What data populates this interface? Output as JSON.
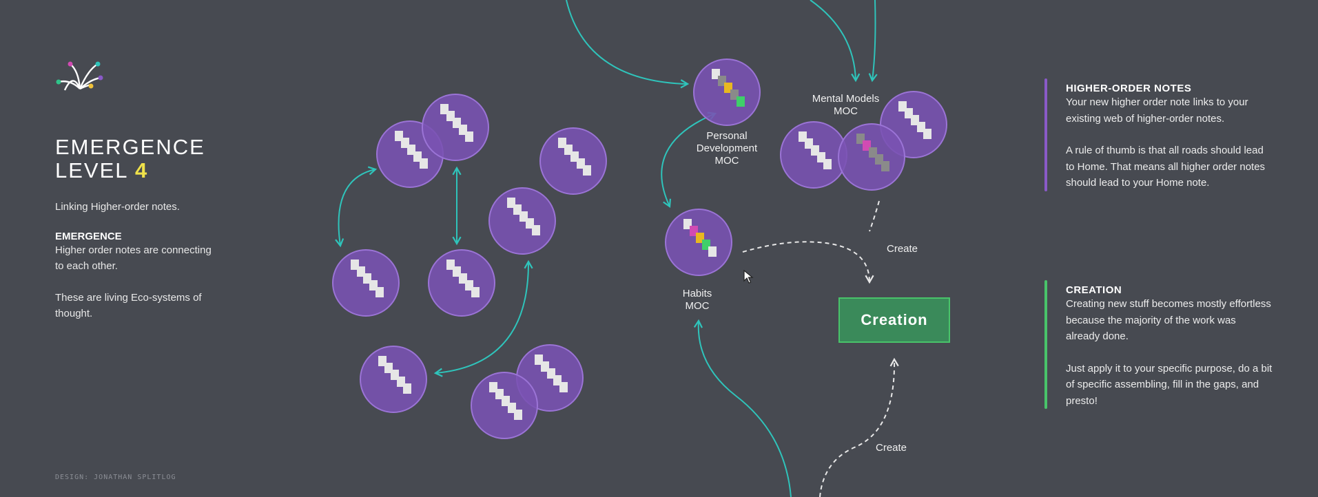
{
  "left": {
    "title_line1": "EMERGENCE",
    "title_line2_prefix": "LEVEL ",
    "title_level": "4",
    "subtitle": "Linking Higher-order notes.",
    "section_heading": "EMERGENCE",
    "section_text": "Higher order notes are connecting to each other.",
    "section_text2": "These are living Eco-systems of thought."
  },
  "credit": "DESIGN: JONATHAN SPLITLOG",
  "nodes": {
    "personal_development": [
      "Personal",
      "Development",
      "MOC"
    ],
    "mental_models": [
      "Mental Models",
      "MOC"
    ],
    "habits": [
      "Habits",
      "MOC"
    ]
  },
  "create_label_upper": "Create",
  "create_label_lower": "Create",
  "creation_box": "Creation",
  "higher_order_notes": {
    "title": "HIGHER-ORDER NOTES",
    "para1": "Your new higher order note links to your existing web of higher-order notes.",
    "para2": "A rule of thumb is that all roads should lead to Home. That means all higher order notes should lead to your Home note."
  },
  "creation_section": {
    "title": "CREATION",
    "para1": "Creating new stuff becomes mostly effortless because the majority of the work was already done.",
    "para2": "Just apply it to your specific purpose, do a bit of specific assembling, fill in the gaps, and presto!"
  },
  "colors": {
    "background": "#474a51",
    "circle_fill": "#7a52b3",
    "circle_stroke": "#9b74d6",
    "arrow": "#2fc4bb",
    "accent_yellow": "#f0e24a",
    "creation_green": "#3a8a5a",
    "bar_purple": "#8a5ac8",
    "bar_green": "#49c46a"
  }
}
